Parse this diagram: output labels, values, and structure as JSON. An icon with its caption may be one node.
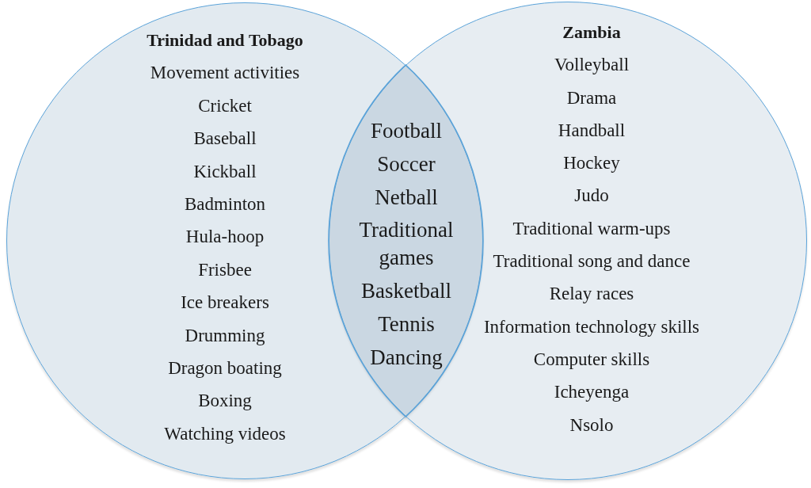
{
  "diagram": {
    "nodes": [
      {
        "text": [
          "Trinidad and Tobago",
          "Movement activities",
          "Cricket",
          "Baseball",
          "Kickball",
          "Badminton",
          "Hula-hoop",
          "Frisbee",
          "Ice breakers",
          "Drumming",
          "Dragon boating",
          "Boxing",
          "Watching videos"
        ]
      },
      {
        "text": [
          "Zambia",
          "Volleyball",
          "Drama",
          "Handball",
          "Hockey",
          "Judo",
          "Traditional warm-ups",
          "Traditional song and dance",
          "Relay races",
          "Information technology skills",
          "Computer skills",
          "Icheyenga",
          "Nsolo"
        ]
      },
      {
        "text": [
          "Football",
          "Soccer",
          "Netball",
          "Traditional games",
          "Basketball",
          "Tennis",
          "Dancing"
        ]
      }
    ]
  }
}
